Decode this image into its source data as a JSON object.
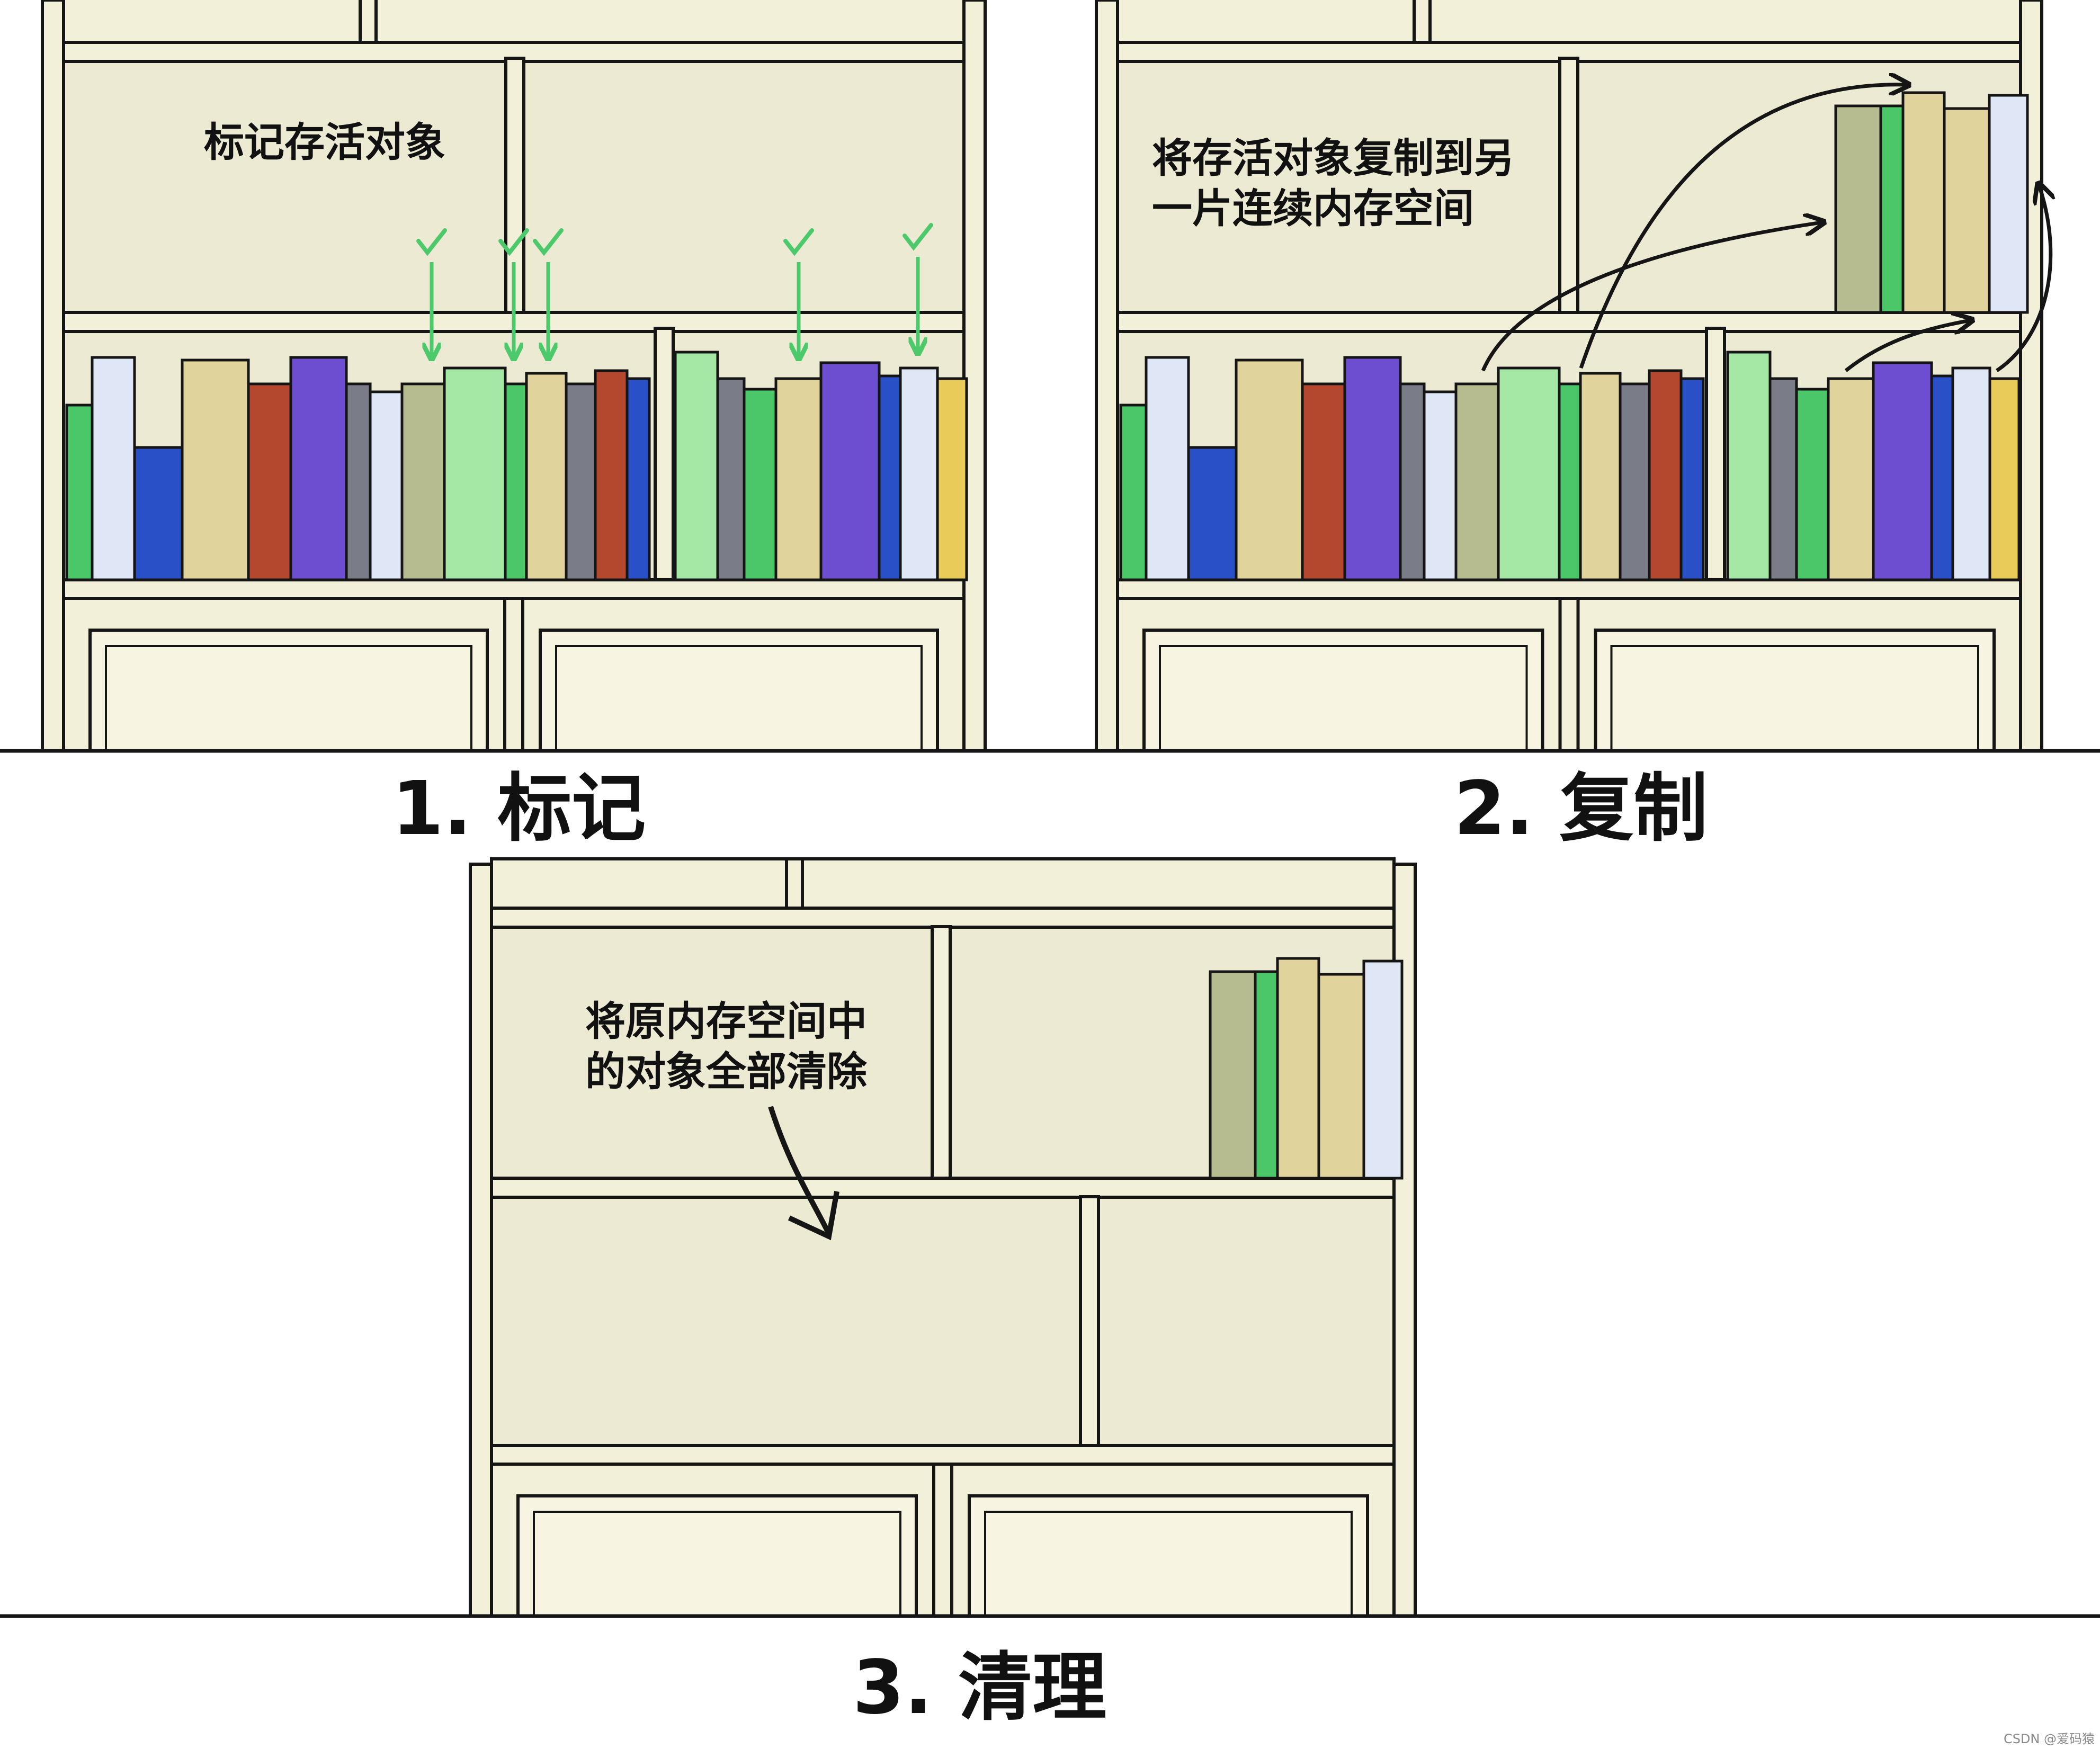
{
  "panels": [
    {
      "caption": "1. 标记",
      "note_lines": [
        "标记存活对象"
      ]
    },
    {
      "caption": "2. 复制",
      "note_lines": [
        "将存活对象复制到另",
        "一片连续内存空间"
      ]
    },
    {
      "caption": "3. 清理",
      "note_lines": [
        "将原内存空间中",
        "的对象全部清除"
      ]
    }
  ],
  "watermark": "CSDN @爱码猿",
  "colors": {
    "cabinet": "#f2f0d8",
    "cabinet_back": "#ecead2",
    "door": "#f7f5e2",
    "outline": "#151515",
    "check_mark": "#4cc96b",
    "book_green": "#4bc76a",
    "book_light_green": "#a5e8a6",
    "book_olive": "#b6bb90",
    "book_tan": "#e0d49c",
    "book_pale_blue": "#dfe6f6",
    "book_blue": "#2a50c8",
    "book_purple": "#6e4ed0",
    "book_red": "#b4482f",
    "book_gray": "#7a7d88",
    "book_yellow": "#e8cb58"
  }
}
